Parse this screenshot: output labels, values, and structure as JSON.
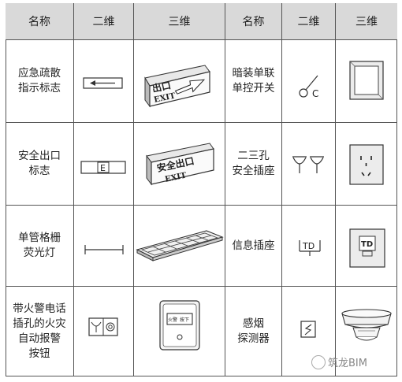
{
  "table": {
    "headers": [
      "名称",
      "二维",
      "三维",
      "名称",
      "二维",
      "三维"
    ],
    "rows": [
      {
        "left_name": "应急疏散\n指示标志",
        "left_2d_icon": "arrow-left-box-icon",
        "left_3d_icon": "exit-sign-arrow-icon",
        "left_3d_text": [
          "出口",
          "EXIT"
        ],
        "right_name": "暗装单联\n单控开关",
        "right_2d_icon": "single-switch-symbol-icon",
        "right_2d_text": "C",
        "right_3d_icon": "wall-switch-panel-icon"
      },
      {
        "left_name": "安全出口\n标志",
        "left_2d_icon": "exit-e-box-icon",
        "left_2d_text": "E",
        "left_3d_icon": "safety-exit-sign-icon",
        "left_3d_text": [
          "安全出口",
          "EXIT"
        ],
        "right_name": "二三孔\n安全插座",
        "right_2d_icon": "socket-symbol-icon",
        "right_3d_icon": "socket-panel-icon"
      },
      {
        "left_name": "单管格栅\n荧光灯",
        "left_2d_icon": "fluorescent-lamp-symbol-icon",
        "left_3d_icon": "grille-lamp-icon",
        "right_name": "信息插座",
        "right_2d_icon": "info-socket-symbol-icon",
        "right_2d_text": "TD",
        "right_3d_icon": "info-socket-panel-icon",
        "right_3d_text": "TD"
      },
      {
        "left_name": "带火警电话\n插孔的火灾\n自动报警\n按钮",
        "left_2d_icon": "fire-alarm-button-symbol-icon",
        "left_3d_icon": "fire-alarm-button-device-icon",
        "left_3d_text": [
          "火警",
          "按下"
        ],
        "right_name": "感烟\n探测器",
        "right_2d_icon": "smoke-detector-symbol-icon",
        "right_3d_icon": "smoke-detector-device-icon"
      }
    ]
  },
  "watermark": "筑龙BIM"
}
